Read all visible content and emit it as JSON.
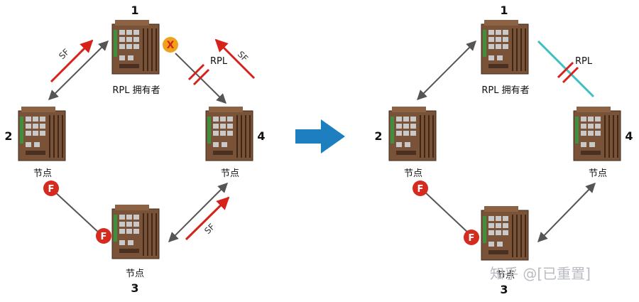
{
  "colors": {
    "device_body": "#7a5238",
    "device_dark": "#3e2818",
    "port": "#c9c9c9",
    "terminal": "#3f8f3f",
    "link": "#555555",
    "sf_arrow": "#d6221b",
    "rpl_mark": "#d6221b",
    "fault_badge": "#d62a1e",
    "blocked_badge": "#f0a21a",
    "restored_link": "#3fbfc0",
    "transition_arrow": "#1d7fc0"
  },
  "left": {
    "node1": {
      "number": "1",
      "label": "RPL 拥有者"
    },
    "node2": {
      "number": "2",
      "label": "节点"
    },
    "node3": {
      "number": "3",
      "label": "节点"
    },
    "node4": {
      "number": "4",
      "label": "节点"
    },
    "sf_left": "SF",
    "sf_top_right": "SF",
    "sf_bottom_right": "SF",
    "rpl": "RPL",
    "blocked_mark": "X",
    "fault_mark_1": "F",
    "fault_mark_2": "F"
  },
  "right": {
    "node1": {
      "number": "1",
      "label": "RPL 拥有者"
    },
    "node2": {
      "number": "2",
      "label": "节点"
    },
    "node3": {
      "number": "3",
      "label": "节点"
    },
    "node4": {
      "number": "4",
      "label": "节点"
    },
    "rpl": "RPL",
    "fault_mark_1": "F",
    "fault_mark_2": "F"
  },
  "watermark": "知乎 @[已重置]"
}
